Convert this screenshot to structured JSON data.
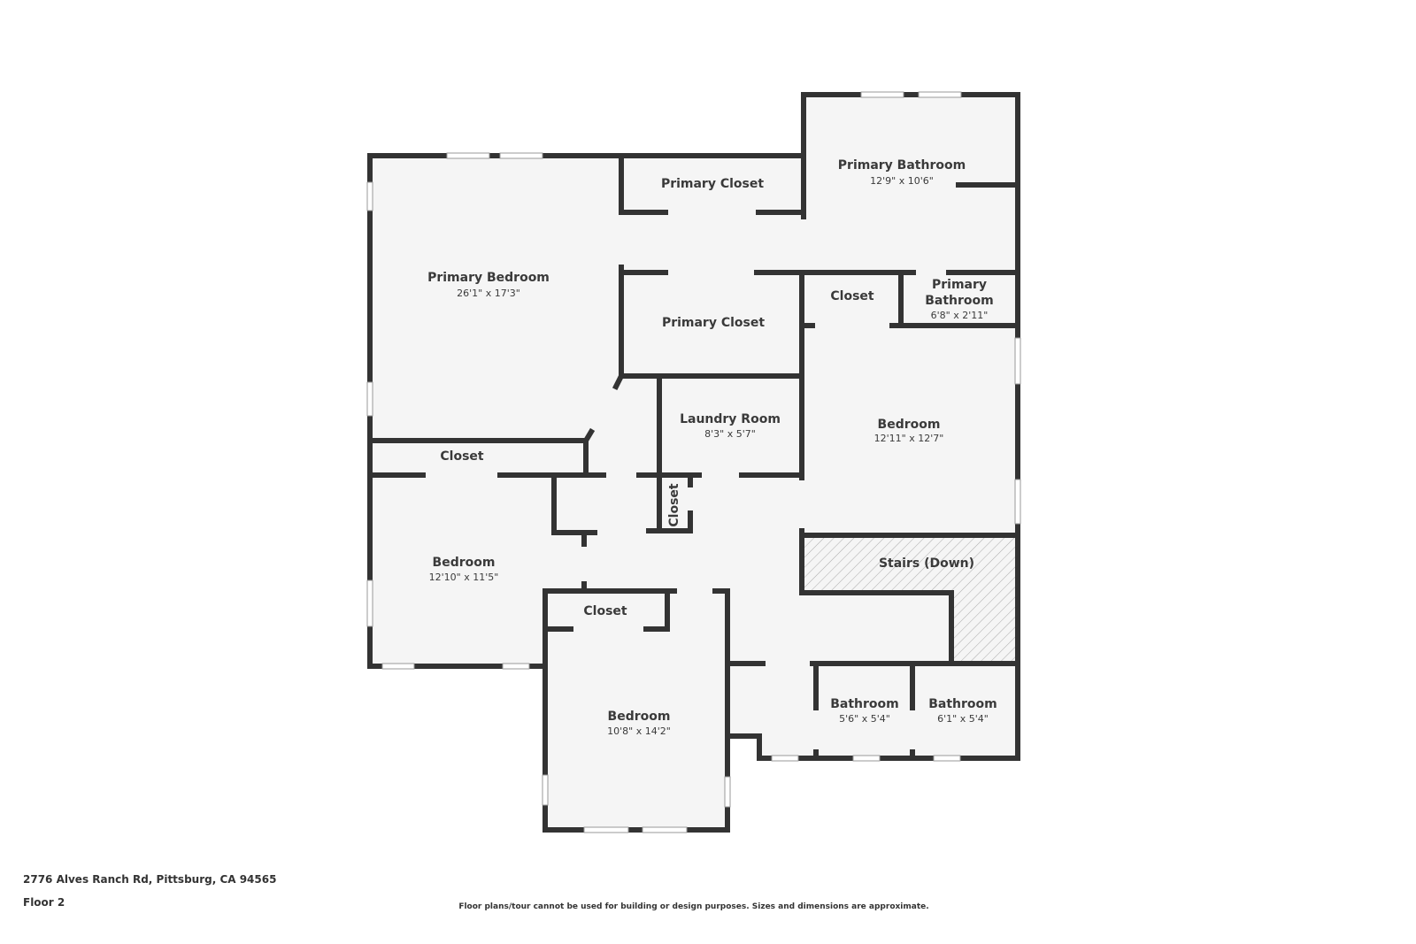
{
  "address": "2776 Alves Ranch Rd, Pittsburg, CA 94565",
  "floor": "Floor 2",
  "disclaimer": "Floor plans/tour cannot be used for building or design purposes. Sizes and dimensions are approximate.",
  "rooms": {
    "primary_bedroom": {
      "name": "Primary Bedroom",
      "dims": "26'1\" x 17'3\""
    },
    "primary_closet_1": {
      "name": "Primary Closet"
    },
    "primary_bathroom_1": {
      "name": "Primary Bathroom",
      "dims": "12'9\" x 10'6\""
    },
    "primary_closet_2": {
      "name": "Primary Closet"
    },
    "closet_1": {
      "name": "Closet"
    },
    "primary_bathroom_2": {
      "name_line1": "Primary",
      "name_line2": "Bathroom",
      "dims": "6'8\" x 2'11\""
    },
    "laundry_room": {
      "name": "Laundry Room",
      "dims": "8'3\" x 5'7\""
    },
    "bedroom_1": {
      "name": "Bedroom",
      "dims": "12'11\" x 12'7\""
    },
    "closet_2": {
      "name": "Closet"
    },
    "closet_3": {
      "name": "Closet"
    },
    "bedroom_2": {
      "name": "Bedroom",
      "dims": "12'10\" x 11'5\""
    },
    "stairs": {
      "name": "Stairs (Down)"
    },
    "closet_4": {
      "name": "Closet"
    },
    "bedroom_3": {
      "name": "Bedroom",
      "dims": "10'8\" x 14'2\""
    },
    "bathroom_1": {
      "name": "Bathroom",
      "dims": "5'6\" x 5'4\""
    },
    "bathroom_2": {
      "name": "Bathroom",
      "dims": "6'1\" x 5'4\""
    }
  }
}
